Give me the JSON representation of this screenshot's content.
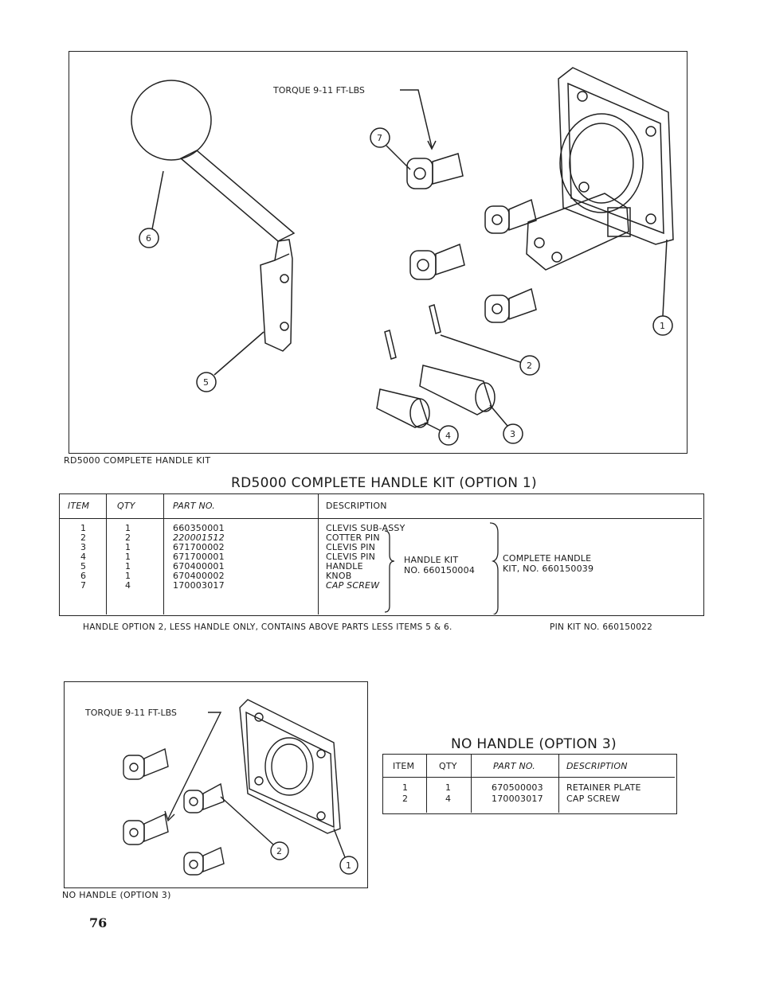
{
  "figure1": {
    "torque_label": "TORQUE 9-11 FT-LBS",
    "callouts": [
      "1",
      "2",
      "3",
      "4",
      "5",
      "6",
      "7"
    ],
    "caption": "RD5000 COMPLETE HANDLE KIT"
  },
  "table1": {
    "title": "RD5000 COMPLETE HANDLE KIT (OPTION 1)",
    "headers": {
      "item": "ITEM",
      "qty": "QTY",
      "part": "PART NO.",
      "desc": "DESCRIPTION"
    },
    "rows": [
      {
        "item": "1",
        "qty": "1",
        "part": "660350001",
        "desc": "CLEVIS SUB-ASSY"
      },
      {
        "item": "2",
        "qty": "2",
        "part": "220001512",
        "desc": "COTTER PIN"
      },
      {
        "item": "3",
        "qty": "1",
        "part": "671700002",
        "desc": "CLEVIS PIN"
      },
      {
        "item": "4",
        "qty": "1",
        "part": "671700001",
        "desc": "CLEVIS PIN"
      },
      {
        "item": "5",
        "qty": "1",
        "part": "670400001",
        "desc": "HANDLE"
      },
      {
        "item": "6",
        "qty": "1",
        "part": "670400002",
        "desc": "KNOB"
      },
      {
        "item": "7",
        "qty": "4",
        "part": "170003017",
        "desc": "CAP SCREW"
      }
    ],
    "handle_kit_line1": "HANDLE KIT",
    "handle_kit_line2": "NO. 660150004",
    "complete_kit_line1": "COMPLETE HANDLE",
    "complete_kit_line2": "KIT, NO. 660150039",
    "note": "HANDLE OPTION 2, LESS HANDLE ONLY, CONTAINS ABOVE PARTS LESS ITEMS 5 & 6.",
    "pin_kit": "PIN KIT NO. 660150022"
  },
  "figure2": {
    "torque_label": "TORQUE 9-11 FT-LBS",
    "callouts": [
      "1",
      "2"
    ],
    "caption": "NO HANDLE (OPTION 3)"
  },
  "table2": {
    "title": "NO HANDLE (OPTION 3)",
    "headers": {
      "item": "ITEM",
      "qty": "QTY",
      "part": "PART NO.",
      "desc": "DESCRIPTION"
    },
    "rows": [
      {
        "item": "1",
        "qty": "1",
        "part": "670500003",
        "desc": "RETAINER PLATE"
      },
      {
        "item": "2",
        "qty": "4",
        "part": "170003017",
        "desc": "CAP SCREW"
      }
    ]
  },
  "page_number": "76"
}
